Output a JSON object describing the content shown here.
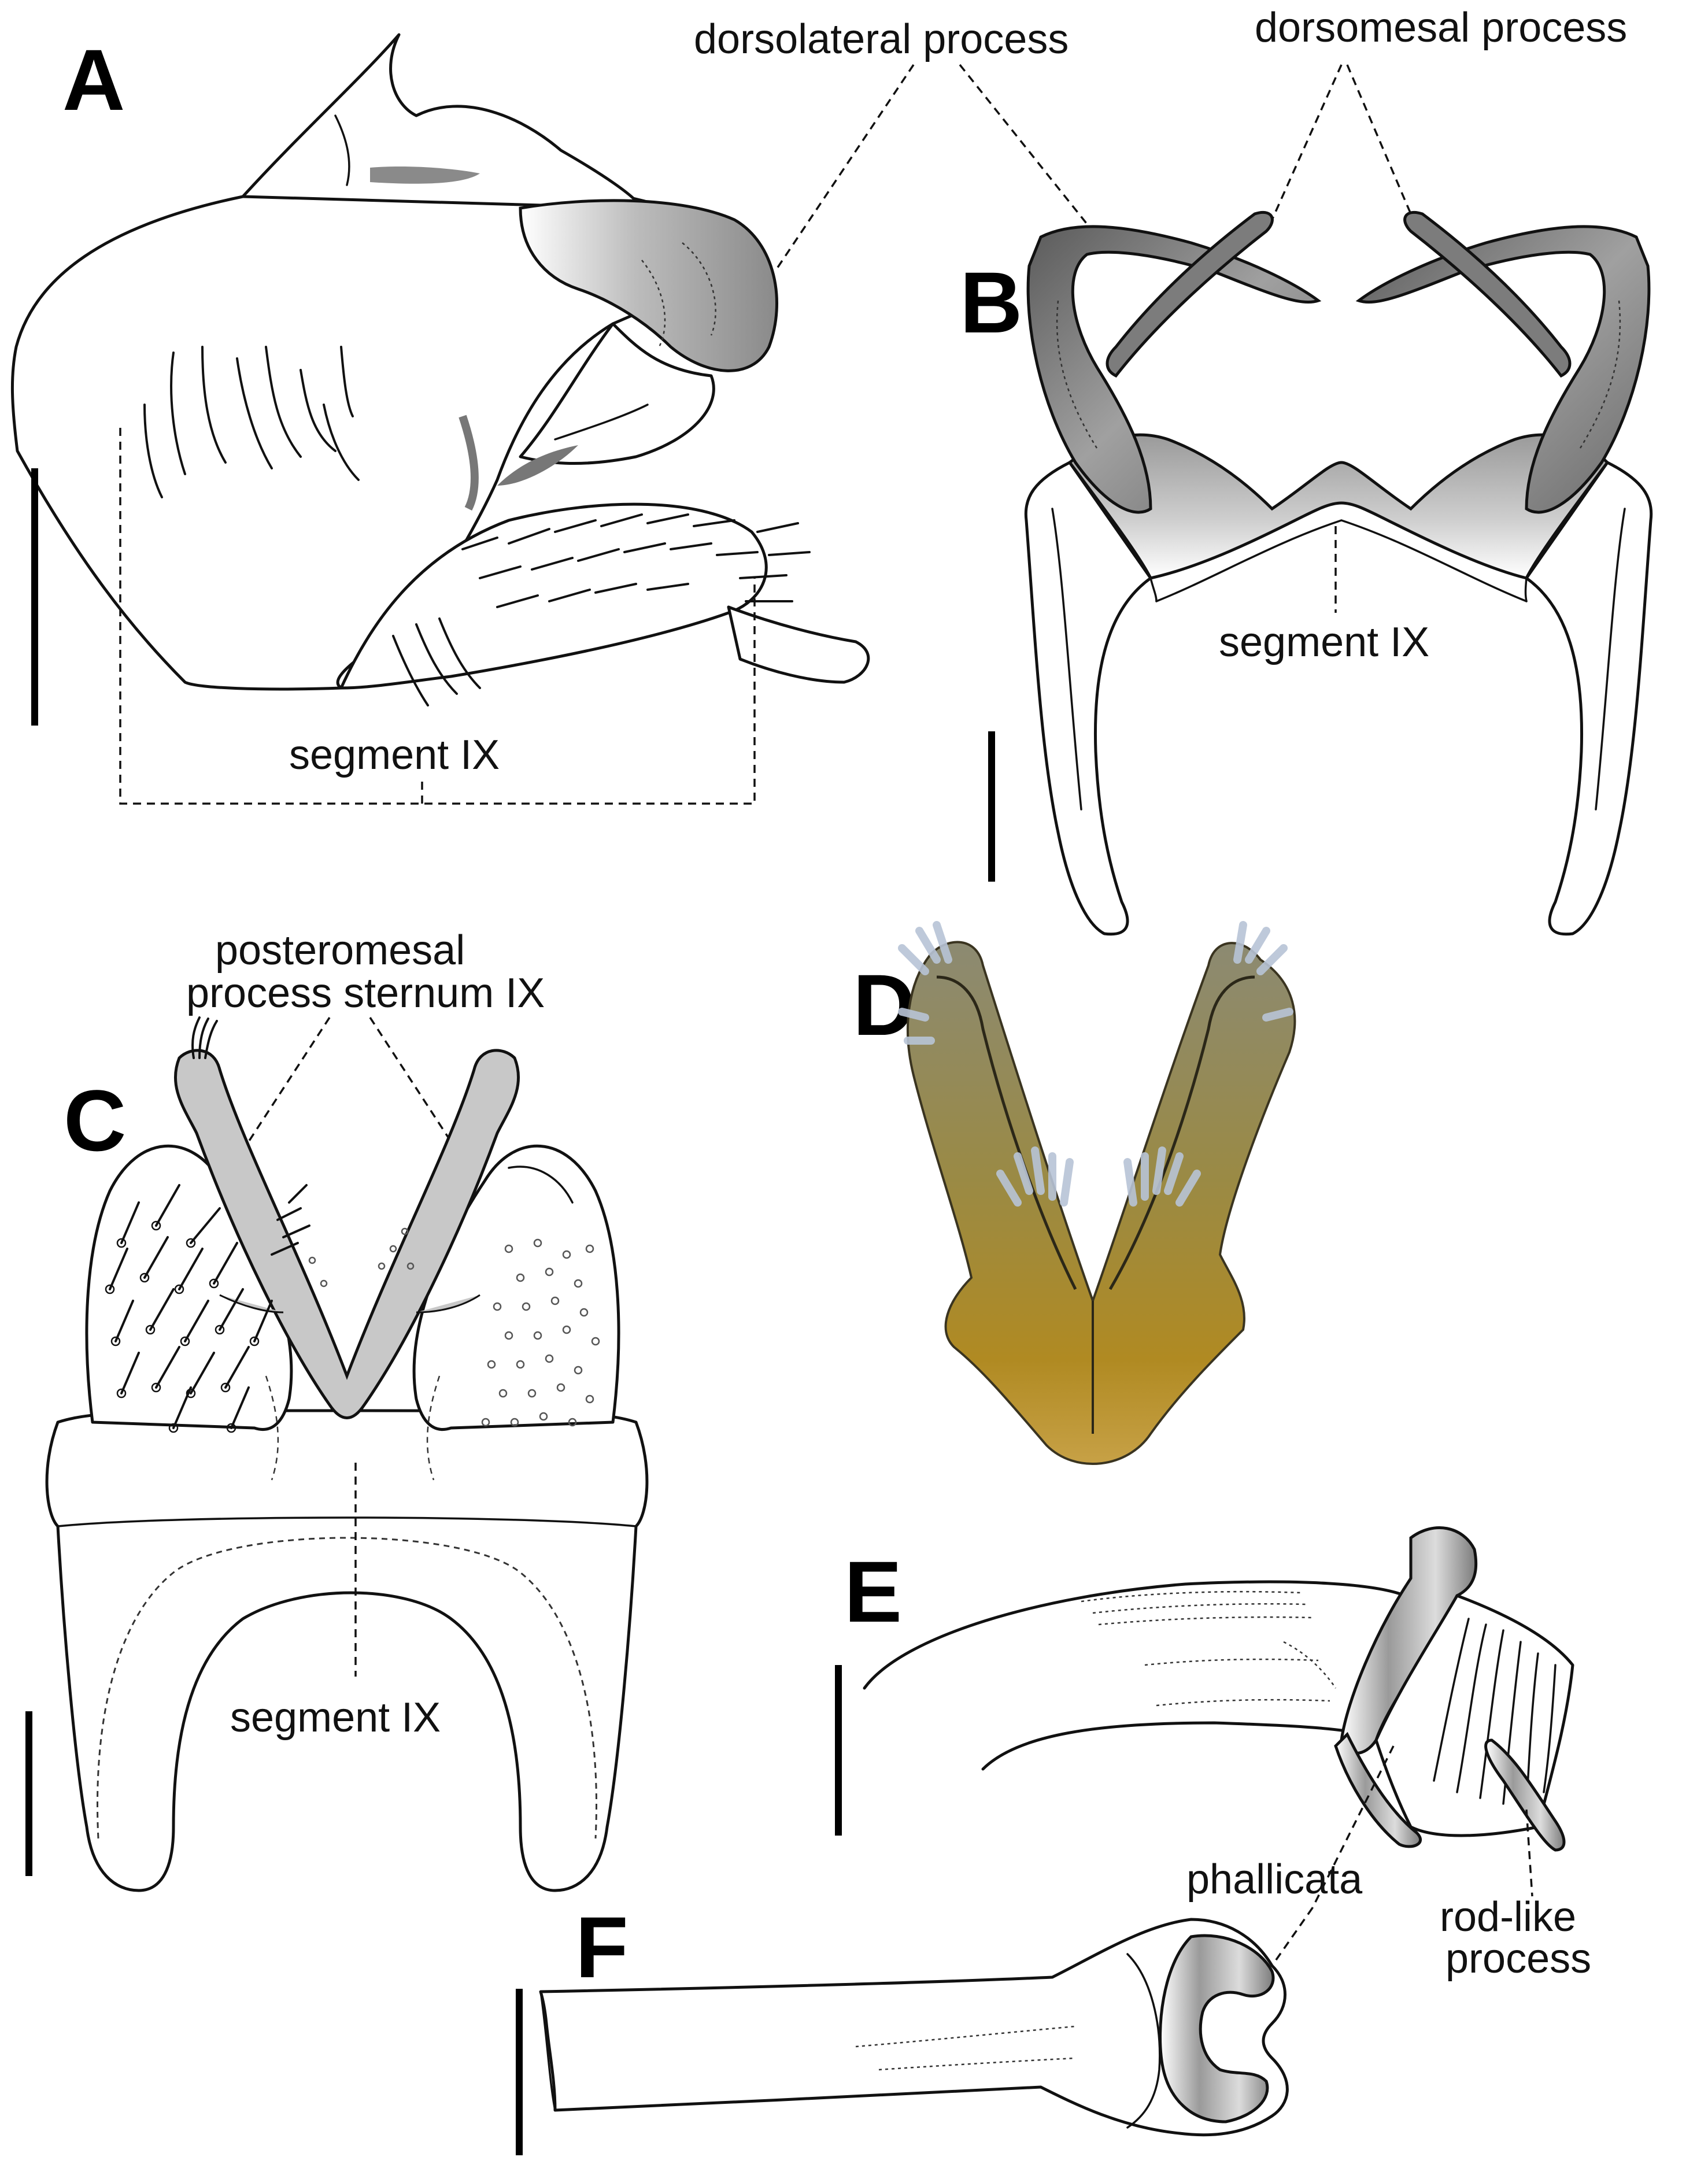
{
  "figure": {
    "panels": {
      "a": {
        "letter": "A"
      },
      "b": {
        "letter": "B"
      },
      "c": {
        "letter": "C"
      },
      "d": {
        "letter": "D"
      },
      "e": {
        "letter": "E"
      },
      "f": {
        "letter": "F"
      }
    },
    "labels": {
      "dorsolateral": "dorsolateral process",
      "dorsomesal": "dorsomesal process",
      "segment_a": "segment IX",
      "segment_b": "segment IX",
      "segment_c": "segment IX",
      "posteromesal_1": "posteromesal",
      "posteromesal_2": "process sternum IX",
      "phallicata": "phallicata",
      "rod_1": "rod-like",
      "rod_2": "process"
    }
  },
  "colors": {
    "line": "#111111",
    "shade_dark": "#6e6e6e",
    "shade_mid": "#a9a9a9",
    "shade_light": "#d4d4d4",
    "photo_amber": "#a8821f",
    "photo_setae": "#b8c4d6"
  }
}
